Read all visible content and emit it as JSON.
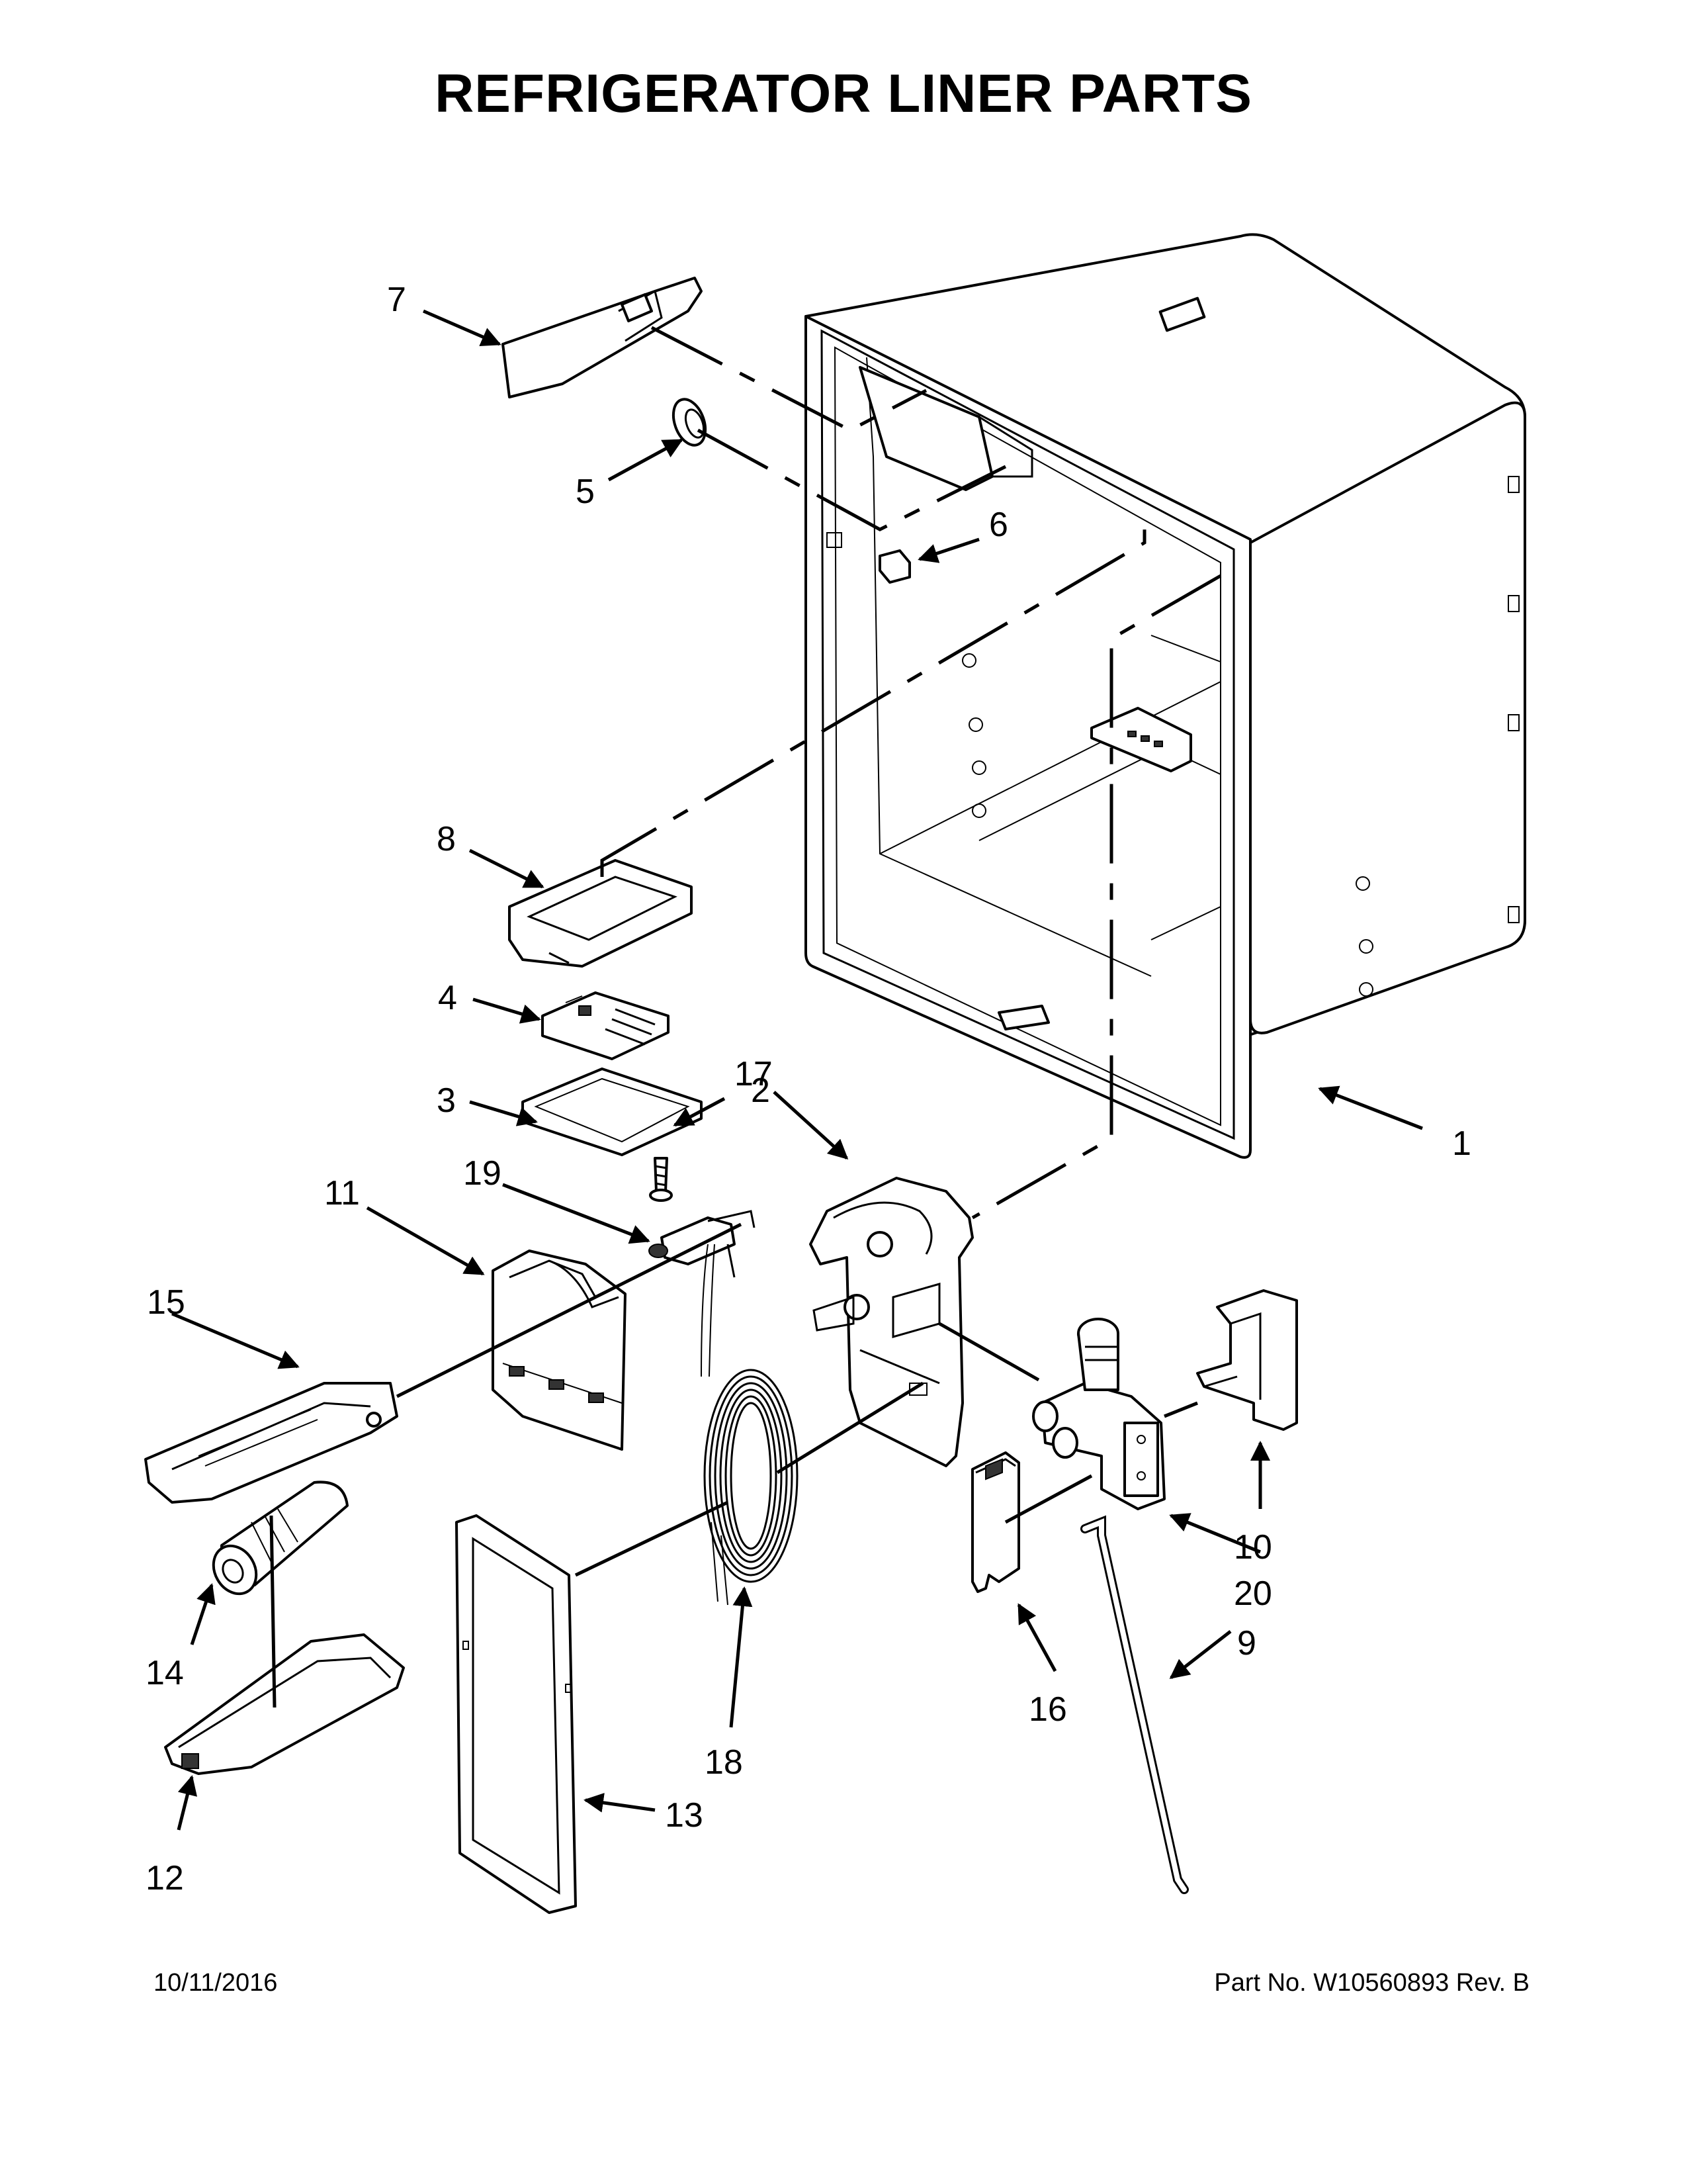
{
  "title": "REFRIGERATOR LINER PARTS",
  "footer": {
    "date": "10/11/2016",
    "part_number": "Part No.  W10560893  Rev.  B"
  },
  "callouts": {
    "c1": "1",
    "c2": "2",
    "c3": "3",
    "c4": "4",
    "c5": "5",
    "c6": "6",
    "c7": "7",
    "c8": "8",
    "c9": "9",
    "c10": "10",
    "c11": "11",
    "c12": "12",
    "c13": "13",
    "c14": "14",
    "c15": "15",
    "c16": "16",
    "c17": "17",
    "c18": "18",
    "c19": "19",
    "c20": "20"
  }
}
